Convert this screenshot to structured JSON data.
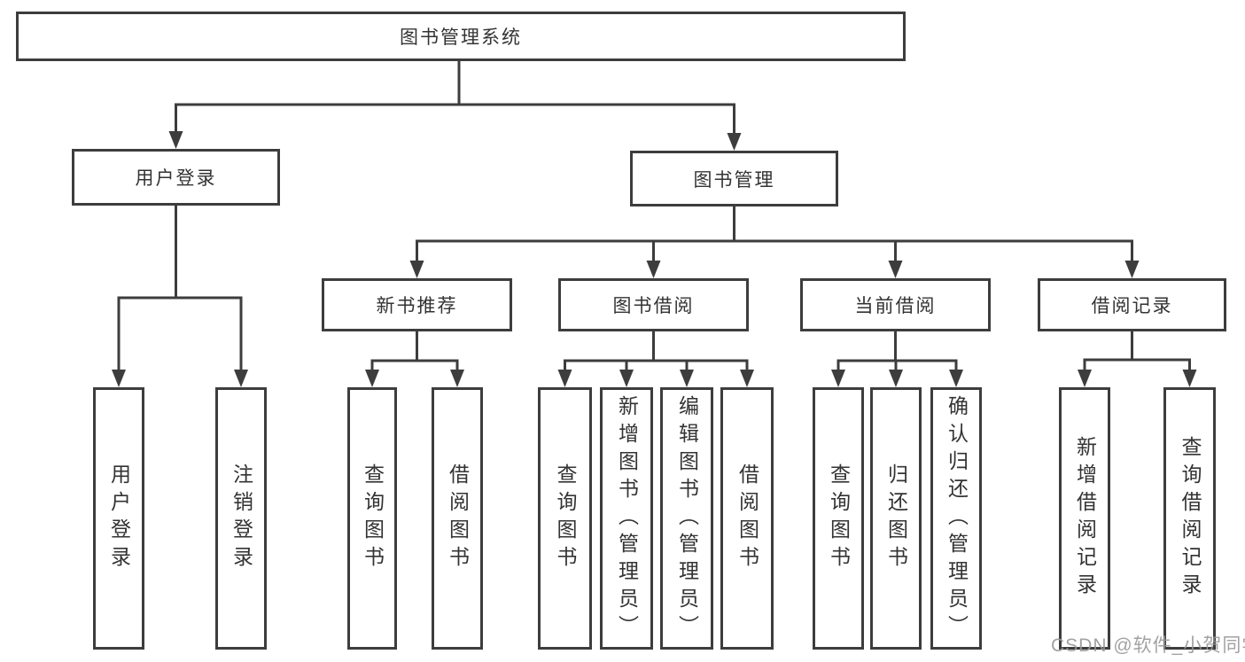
{
  "colors": {
    "line": "#3d3d3d",
    "box_border": "#3d3d3d",
    "text": "#333333",
    "background": "#ffffff",
    "watermark": "#989898"
  },
  "tree": {
    "root": {
      "label": "图书管理系统"
    },
    "login": {
      "label": "用户登录",
      "children": [
        {
          "label": "用户登录"
        },
        {
          "label": "注销登录"
        }
      ]
    },
    "management": {
      "label": "图书管理",
      "sections": [
        {
          "label": "新书推荐",
          "children": [
            {
              "label": "查询图书"
            },
            {
              "label": "借阅图书"
            }
          ]
        },
        {
          "label": "图书借阅",
          "children": [
            {
              "label": "查询图书"
            },
            {
              "label": "新增图书（管理员）"
            },
            {
              "label": "编辑图书（管理员）"
            },
            {
              "label": "借阅图书"
            }
          ]
        },
        {
          "label": "当前借阅",
          "children": [
            {
              "label": "查询图书"
            },
            {
              "label": "归还图书"
            },
            {
              "label": "确认归还（管理员）"
            }
          ]
        },
        {
          "label": "借阅记录",
          "children": [
            {
              "label": "新增借阅记录"
            },
            {
              "label": "查询借阅记录"
            }
          ]
        }
      ]
    }
  },
  "watermark": {
    "text": "CSDN @软件_小贺同学"
  }
}
